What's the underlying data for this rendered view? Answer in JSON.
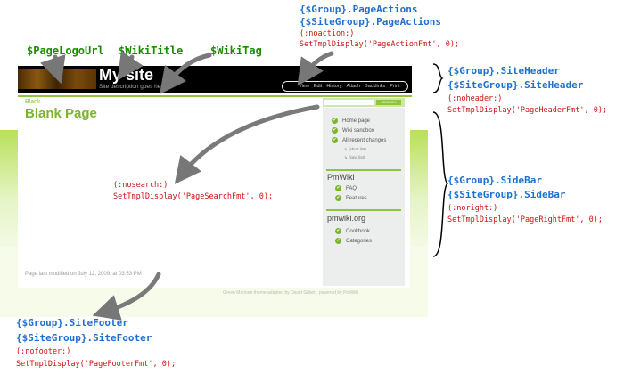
{
  "labels": {
    "page_logo_url": "$PageLogoUrl",
    "wiki_title": "$WikiTitle",
    "wiki_tag": "$WikiTag",
    "page_actions": {
      "line1": "{$Group}.PageActions",
      "line2": "{$SiteGroup}.PageActions",
      "line3": "(:noaction:)",
      "line4": "SetTmplDisplay('PageActionFmt', 0);"
    },
    "site_header": {
      "line1": "{$Group}.SiteHeader",
      "line2": "{$SiteGroup}.SiteHeader",
      "line3": "(:noheader:)",
      "line4": "SetTmplDisplay('PageHeaderFmt', 0);"
    },
    "search": {
      "line1": "(:nosearch:)",
      "line2": "SetTmplDisplay('PageSearchFmt', 0);"
    },
    "sidebar": {
      "line1": "{$Group}.SideBar",
      "line2": "{$SiteGroup}.SideBar",
      "line3": "(:noright:)",
      "line4": "SetTmplDisplay('PageRightFmt', 0);"
    },
    "site_footer": {
      "line1": "{$Group}.SiteFooter",
      "line2": "{$SiteGroup}.SiteFooter",
      "line3": "(:nofooter:)",
      "line4": "SetTmplDisplay('PageFooterFmt', 0);"
    }
  },
  "site": {
    "title": "My site",
    "description": "Site description goes here",
    "breadcrumb": "Blank",
    "page_title": "Blank Page",
    "actions": [
      "View",
      "Edit",
      "History",
      "Attach",
      "Backlinks",
      "Print"
    ],
    "search_button": "SEARCH",
    "sidebar": {
      "items1": [
        "Home page",
        "Wiki sandbox",
        "All recent changes"
      ],
      "sub1": "(short list)",
      "sub2": "(long list)",
      "heading2": "PmWiki",
      "items2": [
        "FAQ",
        "Features"
      ],
      "heading3": "pmwiki.org",
      "items3": [
        "Cookbook",
        "Categories"
      ]
    },
    "last_modified": "Page last modified on July 12, 2009, at 03:53 PM",
    "credits": "Green Marinee theme adapted by David Gilbert, powered by PmWiki"
  },
  "colors": {
    "accent_green": "#8cc63f",
    "label_green": "#1a8c00",
    "label_blue": "#1f6fd1",
    "label_red": "#cc1111"
  }
}
